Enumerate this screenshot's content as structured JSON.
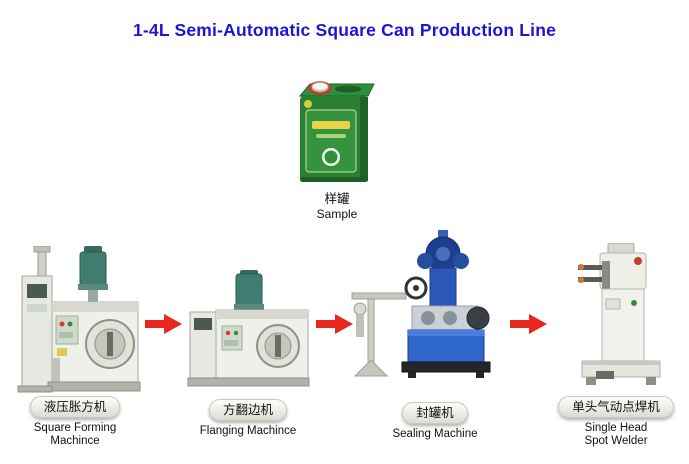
{
  "title": {
    "text": "1-4L Semi-Automatic Square Can Production Line"
  },
  "sample": {
    "label_cn": "样罐",
    "label_en": "Sample"
  },
  "machines": [
    {
      "label_cn": "液压胀方机",
      "label_en1": "Square Forming",
      "label_en2": "Machince"
    },
    {
      "label_cn": "方翻边机",
      "label_en1": "Flanging Machince",
      "label_en2": ""
    },
    {
      "label_cn": "封罐机",
      "label_en1": "Sealing Machine",
      "label_en2": ""
    },
    {
      "label_cn": "单头气动点焊机",
      "label_en1": "Single Head",
      "label_en2": "Spot Welder"
    }
  ],
  "icons": {
    "flow_arrow": "red-right-block-arrow",
    "sample_can": "green-square-tin-can"
  },
  "colors": {
    "title": "#1c13d8",
    "arrow": "#e8281e",
    "can_green": "#2a8032",
    "machine_gray": "#f0f0ea",
    "machine_blue": "#2f66cc",
    "motor_teal": "#3e7d70"
  }
}
